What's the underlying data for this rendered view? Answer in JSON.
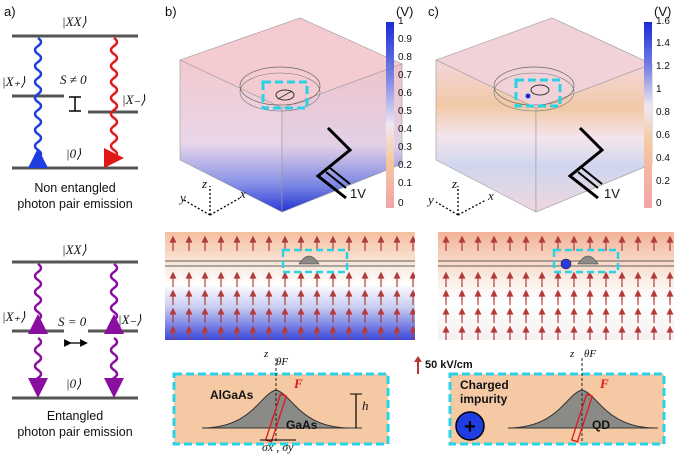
{
  "panel_a": {
    "label": "a)",
    "top": {
      "state_xx": "|XX⟩",
      "state_xplus": "|X₊⟩",
      "state_xminus": "|X₋⟩",
      "state_zero": "|0⟩",
      "splitting": "S ≠ 0",
      "caption_line1": "Non entangled",
      "caption_line2": "photon pair emission"
    },
    "bottom": {
      "state_xx": "|XX⟩",
      "state_xplus": "|X₊⟩",
      "state_xminus": "|X₋⟩",
      "state_zero": "|0⟩",
      "splitting": "S = 0",
      "caption_line1": "Entangled",
      "caption_line2": "photon pair emission"
    }
  },
  "panel_b": {
    "label": "b)",
    "unit": "(V)",
    "colorbar_ticks": [
      "1",
      "0.9",
      "0.8",
      "0.7",
      "0.6",
      "0.5",
      "0.4",
      "0.3",
      "0.2",
      "0.1",
      "0"
    ],
    "voltage": "1V",
    "axis_x": "x",
    "axis_y": "y",
    "axis_z": "z",
    "inset": {
      "barrier": "AlGaAs",
      "dot": "GaAs",
      "force": "F",
      "angle": "θF",
      "height": "h",
      "widths": "σx , σy",
      "axis_z": "z"
    }
  },
  "panel_c": {
    "label": "c)",
    "unit": "(V)",
    "colorbar_ticks": [
      "1.6",
      "1.4",
      "1.2",
      "1",
      "0.8",
      "0.6",
      "0.4",
      "0.2",
      "0"
    ],
    "voltage": "1V",
    "axis_x": "x",
    "axis_y": "y",
    "axis_z": "z",
    "inset": {
      "impurity_line1": "Charged",
      "impurity_line2": "impurity",
      "dot": "QD",
      "force": "F",
      "angle": "θF",
      "axis_z": "z"
    }
  },
  "scale_arrow": "50 kV/cm",
  "colors": {
    "cyan": "#29d3e6",
    "blue_arrow": "#1f3de0",
    "red_arrow": "#e01818",
    "purple_arrow": "#8a0fa0",
    "field_arrow": "#b23a3a",
    "inset_fill": "#f6c9a5",
    "dot_fill": "#8a8a86"
  }
}
